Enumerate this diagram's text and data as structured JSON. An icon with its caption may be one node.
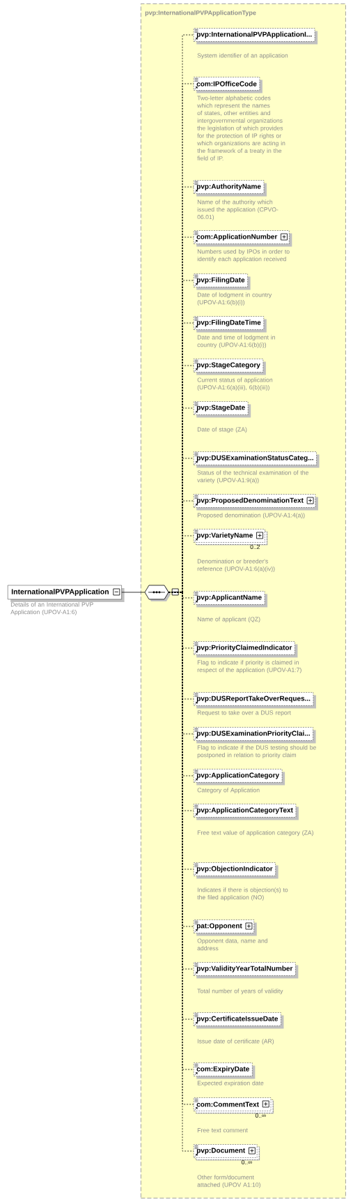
{
  "diagram": {
    "nodes": [
      {
        "text": [
          "InternationalPVPApplication"
        ],
        "beside": [
          "Details of an International PVP Application (UPOV-A1:6)"
        ]
      },
      {
        "text": [
          "pvp:InternationalPVPApplicationType"
        ]
      },
      {
        "text": [],
        "shape": "octagon",
        "in": 1
      },
      {
        "text": [
          "pvp:InternationalPVPApplicationI..."
        ],
        "in": 1,
        "beside": [
          "System identifier of an application"
        ]
      },
      {
        "text": [
          "com:IPOfficeCode"
        ],
        "in": 1,
        "beside": [
          "Two-letter alphabetic codes which represent the names of states, other entities and intergovernmental organizations the legislation of which provides for the protection of IP rights or which organizations are acting in the framework of a treaty in the field of IP."
        ]
      },
      {
        "text": [
          "pvp:AuthorityName"
        ],
        "in": 1,
        "beside": [
          "Name of the authority which issued the application (CPVO- 06.01)"
        ]
      },
      {
        "text": [
          "com:ApplicationNumber"
        ],
        "in": 1,
        "beside": [
          "Numbers used by IPOs in order to identify each application received"
        ]
      },
      {
        "text": [
          "pvp:FilingDate"
        ],
        "in": 1,
        "beside": [
          "Date of lodgment in country (UPOV-A1:6(b)(i))"
        ]
      },
      {
        "text": [
          "pvp:FilingDateTime"
        ],
        "in": 1,
        "beside": [
          "Date and time of lodgment in country (UPOV-A1:6(b)(i))"
        ]
      },
      {
        "text": [
          "pvp:StageCategory"
        ],
        "in": 1,
        "beside": [
          "Current status of application (UPOV-A1:6(a)(iii), 6(b)(iii))"
        ]
      },
      {
        "text": [
          "pvp:StageDate"
        ],
        "in": 1,
        "beside": [
          "Date of stage (ZA)"
        ]
      },
      {
        "text": [
          "pvp:DUSExaminationStatusCateg..."
        ],
        "in": 1,
        "beside": [
          "Status of the technical examination of the variety (UPOV-A1:9(a))"
        ]
      },
      {
        "text": [
          "pvp:ProposedDenominationText"
        ],
        "in": 1,
        "beside": [
          "Proposed denomination (UPOV-A1:4(a))"
        ]
      },
      {
        "text": [
          "pvp:VarietyName"
        ],
        "in": 1,
        "beside": [
          "0..2",
          "Denomination or breeder's reference (UPOV-A1:6(a)(iv))"
        ]
      },
      {
        "text": [
          "pvp:ApplicantName"
        ],
        "in": 1,
        "beside": [
          "Name of applicant (QZ)"
        ]
      },
      {
        "text": [
          "pvp:PriorityClaimedIndicator"
        ],
        "in": 1,
        "beside": [
          "Flag to indicate if priority is claimed in respect of the application (UPOV-A1:7)"
        ]
      },
      {
        "text": [
          "pvp:DUSReportTakeOverReques..."
        ],
        "in": 1,
        "beside": [
          "Request to take over a DUS report"
        ]
      },
      {
        "text": [
          "pvp:DUSExaminationPriorityClai..."
        ],
        "in": 1,
        "beside": [
          "Flag to indicate if the DUS testing should be postponed in relation to priority claim"
        ]
      },
      {
        "text": [
          "pvp:ApplicationCategory"
        ],
        "in": 1,
        "beside": [
          "Category of Application"
        ]
      },
      {
        "text": [
          "pvp:ApplicationCategoryText"
        ],
        "in": 1,
        "beside": [
          "Free text value of application category (ZA)"
        ]
      },
      {
        "text": [
          "pvp:ObjectionIndicator"
        ],
        "in": 1,
        "beside": [
          "Indicates if there is objection(s) to the filed application (NO)"
        ]
      },
      {
        "text": [
          "pat:Opponent"
        ],
        "in": 1,
        "beside": [
          "Opponent data, name and address"
        ]
      },
      {
        "text": [
          "pvp:ValidityYearTotalNumber"
        ],
        "in": 1,
        "beside": [
          "Total number of years of validity"
        ]
      },
      {
        "text": [
          "pvp:CertificateIssueDate"
        ],
        "in": 1,
        "beside": [
          "Issue date of certificate (AR)"
        ]
      },
      {
        "text": [
          "com:ExpiryDate"
        ],
        "in": 1,
        "beside": [
          "Expected expiration date"
        ]
      },
      {
        "text": [
          "com:CommentText"
        ],
        "in": 1,
        "beside": [
          "0..∞",
          "Free text comment"
        ]
      },
      {
        "text": [
          "pvp:Document"
        ],
        "in": 1,
        "beside": [
          "0..∞",
          "Other form/document attached (UPOV A1:10)"
        ]
      }
    ],
    "edges": [
      {
        "from": 0,
        "to": 2,
        "arrow": "none"
      },
      {
        "from": 2,
        "to": 3,
        "arrow": "none",
        "style": "dashed"
      },
      {
        "from": 2,
        "to": 4,
        "arrow": "none",
        "style": "dashed"
      },
      {
        "from": 2,
        "to": 5,
        "arrow": "none",
        "style": "dashed"
      },
      {
        "from": 2,
        "to": 6,
        "arrow": "none",
        "style": "dashed"
      },
      {
        "from": 2,
        "to": 7,
        "arrow": "none",
        "style": "dashed"
      },
      {
        "from": 2,
        "to": 8,
        "arrow": "none",
        "style": "dashed"
      },
      {
        "from": 2,
        "to": 9,
        "arrow": "none",
        "style": "dashed"
      },
      {
        "from": 2,
        "to": 10,
        "arrow": "none",
        "style": "dashed"
      },
      {
        "from": 2,
        "to": 11,
        "arrow": "none",
        "style": "dashed"
      },
      {
        "from": 2,
        "to": 12,
        "arrow": "none",
        "style": "dashed"
      },
      {
        "from": 2,
        "to": 13,
        "arrow": "none",
        "style": "dashed"
      },
      {
        "from": 2,
        "to": 14,
        "arrow": "none",
        "style": "dashed"
      },
      {
        "from": 2,
        "to": 15,
        "arrow": "none",
        "style": "dashed"
      },
      {
        "from": 2,
        "to": 16,
        "arrow": "none",
        "style": "dashed"
      },
      {
        "from": 2,
        "to": 17,
        "arrow": "none",
        "style": "dashed"
      },
      {
        "from": 2,
        "to": 18,
        "arrow": "none",
        "style": "dashed"
      },
      {
        "from": 2,
        "to": 19,
        "arrow": "none",
        "style": "dashed"
      },
      {
        "from": 2,
        "to": 20,
        "arrow": "none",
        "style": "dashed"
      },
      {
        "from": 2,
        "to": 21,
        "arrow": "none",
        "style": "dashed"
      },
      {
        "from": 2,
        "to": 22,
        "arrow": "none",
        "style": "dashed"
      },
      {
        "from": 2,
        "to": 23,
        "arrow": "none",
        "style": "dashed"
      },
      {
        "from": 2,
        "to": 24,
        "arrow": "none",
        "style": "dashed"
      },
      {
        "from": 2,
        "to": 25,
        "arrow": "none",
        "style": "dashed"
      },
      {
        "from": 2,
        "to": 26,
        "arrow": "none",
        "style": "dashed"
      }
    ]
  }
}
